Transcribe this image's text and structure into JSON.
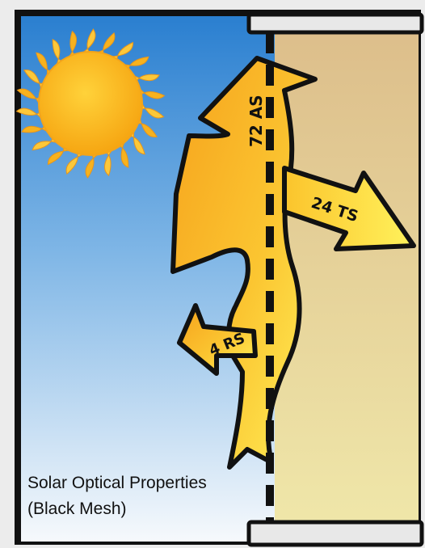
{
  "labels": {
    "absorbed": "72 AS",
    "transmitted": "24 TS",
    "reflected": "4 RS"
  },
  "caption": {
    "line1": "Solar Optical Properties",
    "line2": "(Black Mesh)"
  },
  "colors": {
    "frame": "#e8e8e8",
    "sky_top": "#2a7fd0",
    "sky_bottom": "#f4f8fc",
    "interior_top": "#ddc08e",
    "interior_bottom": "#eee6a8",
    "arrow_top": "#ffe24a",
    "arrow_bottom": "#f49b18",
    "outline": "#111111"
  },
  "icons": [
    "sun-icon"
  ]
}
